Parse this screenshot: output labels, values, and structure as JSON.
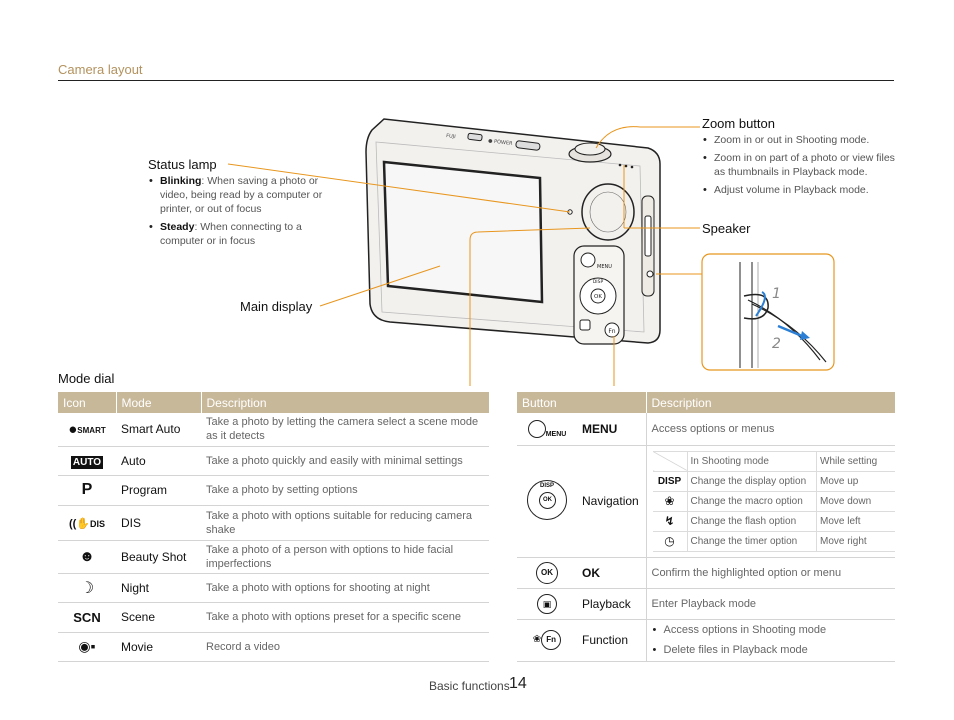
{
  "header": {
    "title": "Camera layout"
  },
  "camera_labels": {
    "fn": "Fn",
    "disp": "DISP",
    "menu": "MENU",
    "ok": "OK",
    "strap_step_1": "1",
    "strap_step_2": "2"
  },
  "callouts": {
    "status_lamp": {
      "title": "Status lamp",
      "items": [
        {
          "term": "Blinking",
          "text": ": When saving a photo or video, being read by a computer or printer, or out of focus"
        },
        {
          "term": "Steady",
          "text": ": When connecting to a computer or in focus"
        }
      ]
    },
    "main_display": {
      "title": "Main display"
    },
    "zoom_button": {
      "title": "Zoom button",
      "items": [
        "Zoom in or out in Shooting mode.",
        "Zoom in on part of a photo or view files as thumbnails in Playback mode.",
        "Adjust volume in Playback mode."
      ]
    },
    "speaker": {
      "title": "Speaker"
    }
  },
  "mode_dial": {
    "label": "Mode dial",
    "headers": [
      "Icon",
      "Mode",
      "Description"
    ],
    "rows": [
      {
        "icon": "SMART",
        "mode": "Smart Auto",
        "desc": "Take a photo by letting the camera select a scene mode as it detects"
      },
      {
        "icon": "AUTO",
        "mode": "Auto",
        "desc": "Take a photo quickly and easily with minimal settings"
      },
      {
        "icon": "P",
        "mode": "Program",
        "desc": "Take a photo by setting options"
      },
      {
        "icon": "DIS",
        "mode": "DIS",
        "desc": "Take a photo with options suitable for reducing camera shake"
      },
      {
        "icon": "beauty-shot-icon",
        "mode": "Beauty Shot",
        "desc": "Take a photo of a person with options to hide facial imperfections"
      },
      {
        "icon": "night-icon",
        "mode": "Night",
        "desc": "Take a photo with options for shooting at night"
      },
      {
        "icon": "SCN",
        "mode": "Scene",
        "desc": "Take a photo with options preset for a specific scene"
      },
      {
        "icon": "movie-icon",
        "mode": "Movie",
        "desc": "Record a video"
      }
    ]
  },
  "buttons": {
    "headers": [
      "Button",
      "Description"
    ],
    "menu": {
      "icon_text": "MENU",
      "name": "MENU",
      "desc": "Access options or menus"
    },
    "navigation": {
      "name": "Navigation",
      "icon_disp": "DISP",
      "icon_ok": "OK",
      "sub_headers": [
        "In Shooting mode",
        "While setting"
      ],
      "rows": [
        {
          "icon": "DISP",
          "shooting": "Change the display option",
          "setting": "Move up"
        },
        {
          "icon": "macro-icon",
          "shooting": "Change the macro option",
          "setting": "Move down"
        },
        {
          "icon": "flash-icon",
          "shooting": "Change the flash option",
          "setting": "Move left"
        },
        {
          "icon": "timer-icon",
          "shooting": "Change the timer option",
          "setting": "Move right"
        }
      ]
    },
    "ok": {
      "icon_text": "OK",
      "name": "OK",
      "desc": "Confirm the highlighted option or menu"
    },
    "playback": {
      "name": "Playback",
      "desc": "Enter Playback mode"
    },
    "function": {
      "icon_text": "Fn",
      "name": "Function",
      "items": [
        "Access options in Shooting mode",
        "Delete files in Playback mode"
      ]
    }
  },
  "footer": {
    "section": "Basic functions",
    "page": "14"
  },
  "colors": {
    "accent_gold": "#b3925e",
    "table_header": "#c8b89a",
    "callout_line": "#e8961e"
  }
}
